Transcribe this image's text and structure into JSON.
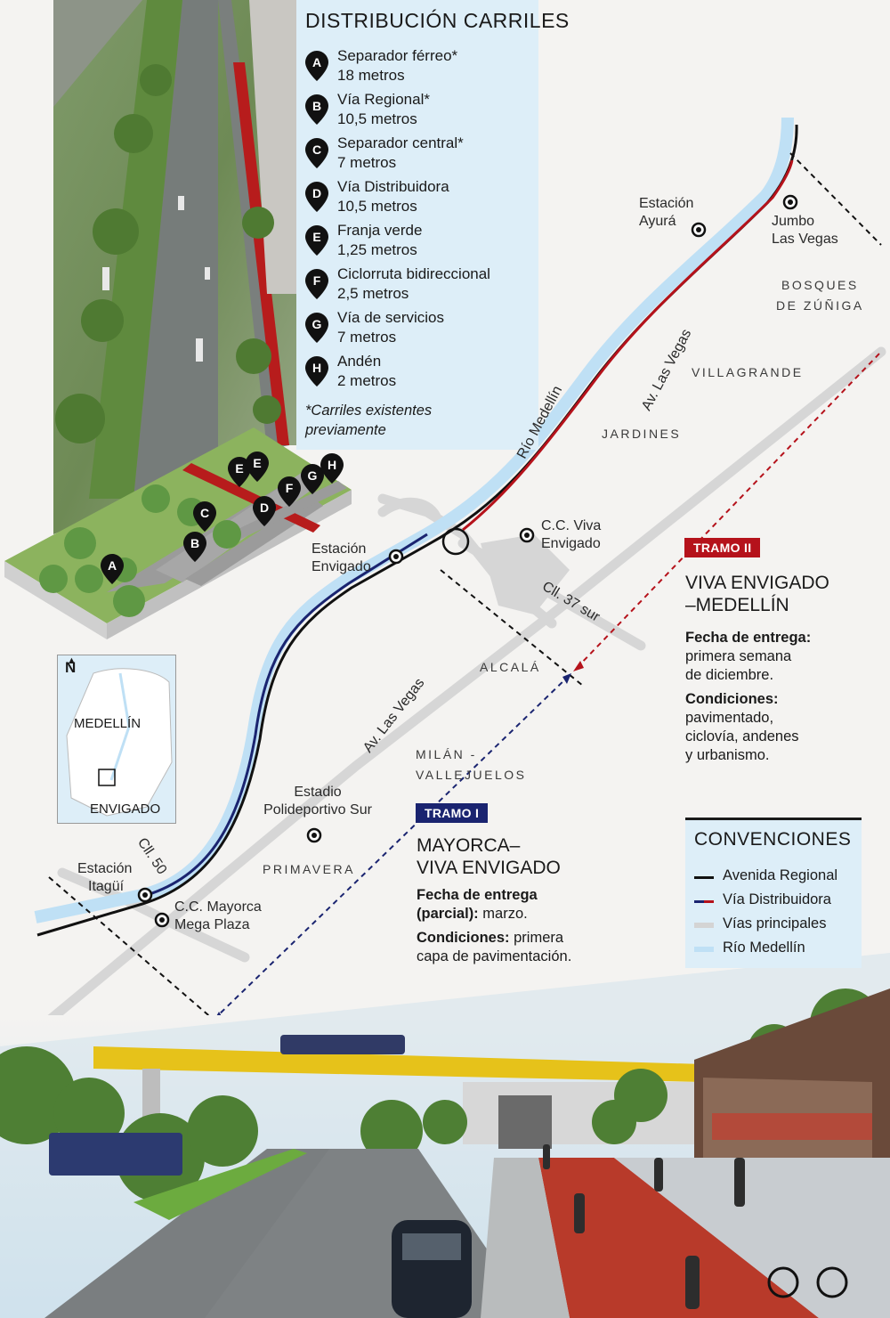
{
  "panel": {
    "title": "DISTRIBUCIÓN CARRILES",
    "lanes": [
      {
        "letter": "A",
        "name": "Separador férreo*",
        "width": "18 metros"
      },
      {
        "letter": "B",
        "name": "Vía Regional*",
        "width": "10,5 metros"
      },
      {
        "letter": "C",
        "name": "Separador central*",
        "width": "7 metros"
      },
      {
        "letter": "D",
        "name": "Vía Distribuidora",
        "width": "10,5 metros"
      },
      {
        "letter": "E",
        "name": "Franja verde",
        "width": "1,25 metros"
      },
      {
        "letter": "F",
        "name": "Ciclorruta bidireccional",
        "width": "2,5 metros"
      },
      {
        "letter": "G",
        "name": "Vía de servicios",
        "width": "7 metros"
      },
      {
        "letter": "H",
        "name": "Andén",
        "width": "2 metros"
      }
    ],
    "note_line1": "*Carriles existentes",
    "note_line2": "previamente"
  },
  "diagram_pins": [
    "A",
    "B",
    "C",
    "D",
    "E",
    "E",
    "F",
    "G",
    "H"
  ],
  "places": {
    "estacion_ayura": [
      "Estación",
      "Ayurá"
    ],
    "jumbo": [
      "Jumbo",
      "Las Vegas"
    ],
    "estacion_envigado": [
      "Estación",
      "Envigado"
    ],
    "cc_viva": [
      "C.C. Viva",
      "Envigado"
    ],
    "estadio": [
      "Estadio",
      "Polideportivo Sur"
    ],
    "estacion_itagui": [
      "Estación",
      "Itagüí"
    ],
    "cc_mayorca": [
      "C.C. Mayorca",
      "Mega Plaza"
    ]
  },
  "neighborhoods": {
    "bosques": [
      "BOSQUES",
      "DE ZÚÑIGA"
    ],
    "villagrande": "VILLAGRANDE",
    "jardines": "JARDINES",
    "alcala": "ALCALÁ",
    "milan": [
      "MILÁN -",
      "VALLEJUELOS"
    ],
    "primavera": "PRIMAVERA"
  },
  "roads": {
    "rio": "Río Medellín",
    "av_vegas_top": "Av. Las Vegas",
    "av_vegas_bottom": "Av. Las Vegas",
    "cll37": "Cll. 37 sur",
    "cll50": "Cll. 50"
  },
  "inset": {
    "north": "N",
    "city1": "MEDELLÍN",
    "city2": "ENVIGADO"
  },
  "tramo1": {
    "tag": "TRAMO I",
    "title1": "MAYORCA–",
    "title2": "VIVA ENVIGADO",
    "fecha_label": "Fecha de entrega",
    "fecha_label2": "(parcial):",
    "fecha_value": "marzo.",
    "cond_label": "Condiciones:",
    "cond_value1": "primera",
    "cond_value2": "capa de pavimentación.",
    "color": "#1a2470"
  },
  "tramo2": {
    "tag": "TRAMO II",
    "title1": "VIVA ENVIGADO",
    "title2": "–MEDELLÍN",
    "fecha_label": "Fecha de entrega:",
    "fecha_lines": [
      "primera semana",
      "de diciembre."
    ],
    "cond_label": "Condiciones:",
    "cond_lines": [
      "pavimentado,",
      "ciclovía, andenes",
      "y urbanismo."
    ],
    "color": "#b5121b"
  },
  "convenciones": {
    "title": "CONVENCIONES",
    "items": [
      {
        "label": "Avenida Regional",
        "color": "#111111"
      },
      {
        "label": "Vía Distribuidora",
        "color": "#b5121b"
      },
      {
        "label": "Vías principales",
        "color": "#d4d4d4"
      },
      {
        "label": "Río Medellín",
        "color": "#bfe0f5"
      }
    ]
  }
}
